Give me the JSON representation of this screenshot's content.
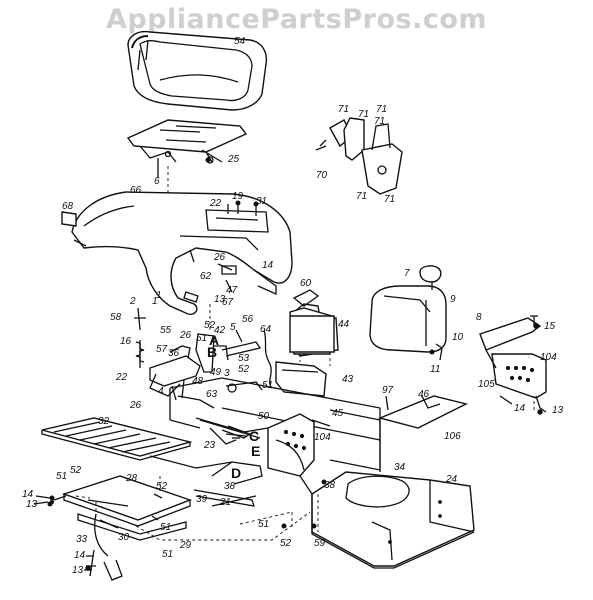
{
  "watermark": "AppliancePartsPros.com",
  "letter_callouts": [
    "A",
    "B",
    "C",
    "D",
    "E"
  ],
  "part_labels": [
    "54",
    "25",
    "6",
    "71",
    "71",
    "71",
    "71",
    "70",
    "71",
    "71",
    "68",
    "66",
    "22",
    "19",
    "31",
    "26",
    "62",
    "14",
    "47",
    "67",
    "13",
    "7",
    "9",
    "8",
    "60",
    "44",
    "43",
    "15",
    "104",
    "105",
    "14",
    "13",
    "10",
    "11",
    "2",
    "1",
    "58",
    "16",
    "55",
    "26",
    "51",
    "52",
    "5",
    "56",
    "64",
    "42",
    "57",
    "36",
    "53",
    "49",
    "3",
    "52",
    "22",
    "48",
    "63",
    "4",
    "51",
    "26",
    "50",
    "45",
    "97",
    "46",
    "106",
    "32",
    "23",
    "104",
    "28",
    "38",
    "39",
    "21",
    "34",
    "24",
    "38",
    "51",
    "52",
    "59",
    "51",
    "52",
    "14",
    "13",
    "52",
    "51",
    "30",
    "33",
    "29",
    "14",
    "13",
    "1",
    "51"
  ]
}
